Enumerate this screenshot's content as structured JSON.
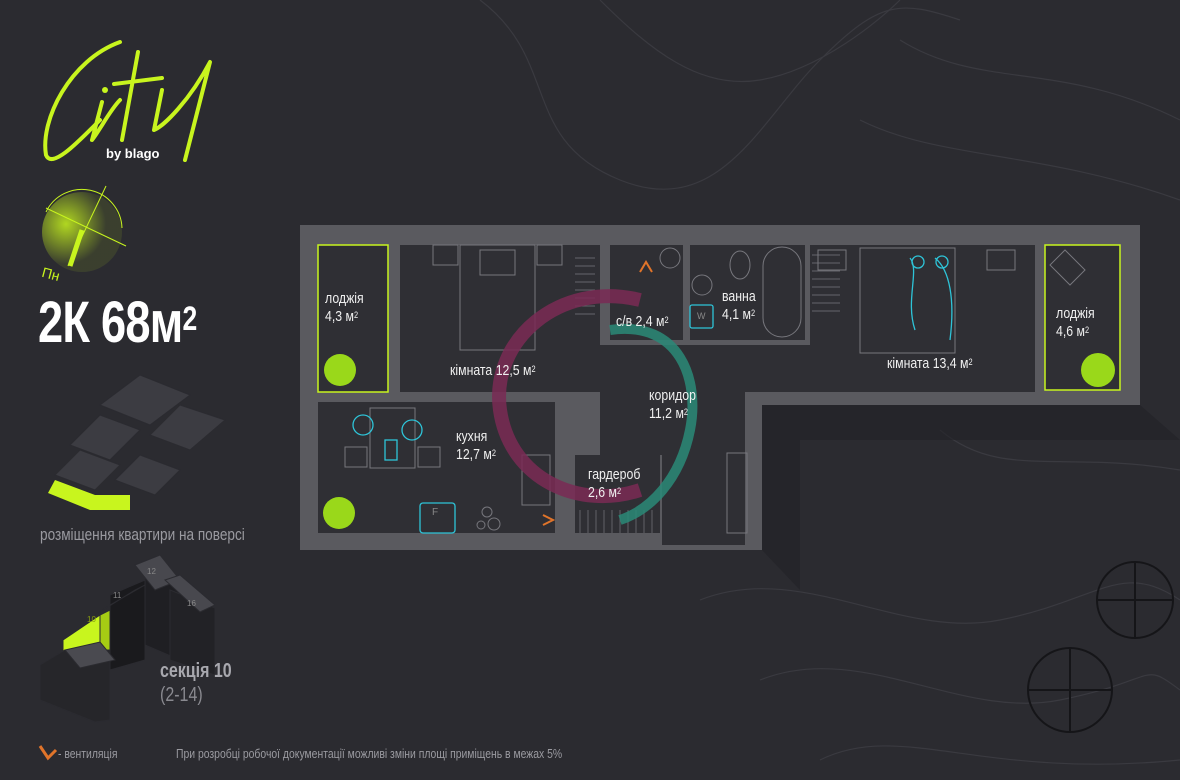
{
  "logo": {
    "wordmark": "City",
    "tagline": "by blago"
  },
  "compass": {
    "label": "Пн"
  },
  "apartment": {
    "type": "2К",
    "area": "68м",
    "area_sup": "2"
  },
  "floor_location": {
    "caption": "розміщення квартири на поверсі"
  },
  "section": {
    "title": "секція 10",
    "floors": "(2-14)",
    "building_labels": [
      "10",
      "11",
      "12",
      "16"
    ]
  },
  "rooms": [
    {
      "name": "лоджія",
      "area": "4,3 м",
      "sup": "2"
    },
    {
      "name": "кімната",
      "area": "12,5 м",
      "sup": "2"
    },
    {
      "name": "с/в",
      "area": "2,4 м",
      "sup": "2"
    },
    {
      "name": "ванна",
      "area": "4,1 м",
      "sup": "2"
    },
    {
      "name": "кімната",
      "area": "13,4 м",
      "sup": "2"
    },
    {
      "name": "лоджія",
      "area": "4,6 м",
      "sup": "2"
    },
    {
      "name": "коридор",
      "area": "11,2 м",
      "sup": "2"
    },
    {
      "name": "кухня",
      "area": "12,7 м",
      "sup": "2"
    },
    {
      "name": "гардероб",
      "area": "2,6 м",
      "sup": "2"
    }
  ],
  "fixtures": {
    "fridge": "F",
    "washer": "W"
  },
  "legend": {
    "ventilation": "- вентиляція"
  },
  "footnote": "При розробці робочої документації можливі зміни площі приміщень в межах 5%",
  "colors": {
    "accent": "#c8f51e",
    "wall": "#5a5a5f",
    "floor": "#2f2f34",
    "background": "#2b2b30",
    "vent": "#e0742a",
    "furniture": "#2ec4d8",
    "magenta": "#7a2a55",
    "teal": "#2a8a78"
  }
}
